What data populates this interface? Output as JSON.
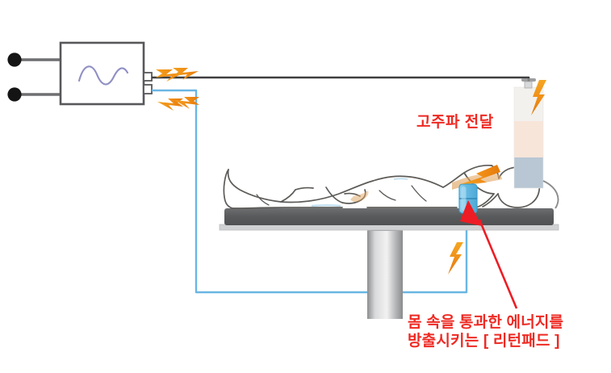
{
  "diagram": {
    "title_internal": "radiofrequency-treatment-diagram",
    "annotations": {
      "high_frequency_delivery": "고주파 전달",
      "return_pad_line1": "몸 속을 통과한 에너지를",
      "return_pad_line2_prefix": "방출시키는 ",
      "return_pad_line2_strong": "[ 리턴패드 ]"
    },
    "colors": {
      "annotation_red": "#ee2a23",
      "arrow_red": "#ee1c24",
      "bolt_orange": "#f18a1b",
      "cable_blue": "#6ab6e3",
      "pad_blue": "#6ec1e4",
      "mattress_gray": "#59595b",
      "table_gray": "#c9cacb",
      "generator_stroke": "#58585a",
      "wave_purple": "#8f8fc4",
      "handpiece_top": "#f3f1ee",
      "handpiece_mid": "#f7e4d8",
      "handpiece_bottom": "#b9c7d4"
    },
    "components": {
      "generator_label": "rf-generator-box",
      "waveform_label": "sine-waveform",
      "terminal_count": 2,
      "handpiece_label": "rf-handpiece-electrode",
      "return_pad_label": "return-pad",
      "patient_label": "patient-outline",
      "table_label": "treatment-table",
      "bolt_count": 5
    }
  }
}
